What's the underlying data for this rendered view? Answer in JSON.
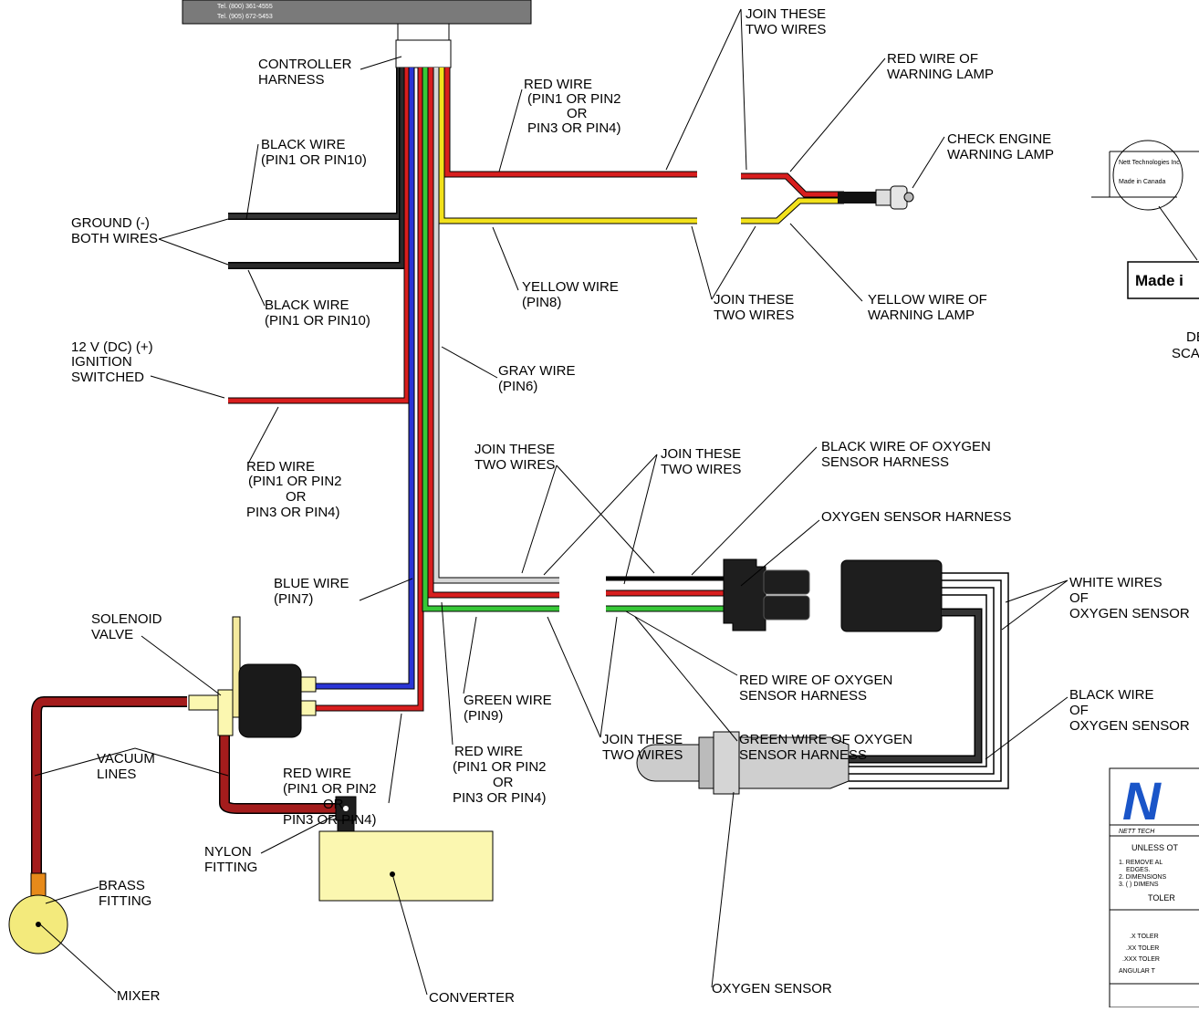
{
  "colors": {
    "red": "#d81e1e",
    "yellow": "#f2e11b",
    "black": "#1c1c1c",
    "blue": "#2b35d6",
    "green": "#37c837",
    "gray": "#bdbdbd",
    "tube": "#a41c1c",
    "pale_yellow": "#fbf7b0",
    "orange": "#e78a1a"
  },
  "controller_box": {
    "phone_1": "Tel. (800) 361-4555",
    "phone_2": "Tel. (905) 672-5453"
  },
  "labels": {
    "controller_harness": [
      "CONTROLLER",
      "HARNESS"
    ],
    "black_wire_top": [
      "BLACK WIRE",
      "(PIN1 OR PIN10)"
    ],
    "ground": [
      "GROUND (-)",
      "BOTH WIRES"
    ],
    "black_wire_bottom": [
      "BLACK WIRE",
      "(PIN1 OR PIN10)"
    ],
    "ignition": [
      "12 V (DC) (+)",
      "IGNITION",
      "SWITCHED"
    ],
    "red_wire_left": [
      "RED WIRE",
      "(PIN1 OR PIN2",
      "OR",
      "PIN3 OR PIN4)"
    ],
    "red_wire_top": [
      "RED WIRE",
      "(PIN1 OR PIN2",
      "OR",
      "PIN3 OR PIN4)"
    ],
    "yellow_wire": [
      "YELLOW WIRE",
      "(PIN8)"
    ],
    "gray_wire": [
      "GRAY WIRE",
      "(PIN6)"
    ],
    "join_top": [
      "JOIN THESE",
      "TWO WIRES"
    ],
    "join_mid_top": [
      "JOIN THESE",
      "TWO WIRES"
    ],
    "red_lamp": [
      "RED WIRE OF",
      "WARNING LAMP"
    ],
    "check_engine": [
      "CHECK ENGINE",
      "WARNING LAMP"
    ],
    "yellow_lamp": [
      "YELLOW WIRE OF",
      "WARNING LAMP"
    ],
    "join_left": [
      "JOIN THESE",
      "TWO WIRES"
    ],
    "join_center": [
      "JOIN THESE",
      "TWO WIRES"
    ],
    "black_o2": [
      "BLACK WIRE OF OXYGEN",
      "SENSOR HARNESS"
    ],
    "o2_harness": [
      "OXYGEN SENSOR HARNESS"
    ],
    "white_wires": [
      "WHITE WIRES",
      "OF",
      "OXYGEN SENSOR"
    ],
    "black_wire_o2": [
      "BLACK WIRE",
      "OF",
      "OXYGEN SENSOR"
    ],
    "blue_wire": [
      "BLUE WIRE",
      "(PIN7)"
    ],
    "solenoid": [
      "SOLENOID",
      "VALVE"
    ],
    "green_wire": [
      "GREEN WIRE",
      "(PIN9)"
    ],
    "red_o2": [
      "RED WIRE OF OXYGEN",
      "SENSOR HARNESS"
    ],
    "green_o2": [
      "GREEN WIRE OF OXYGEN",
      "SENSOR HARNESS"
    ],
    "join_bottom": [
      "JOIN THESE",
      "TWO WIRES"
    ],
    "vacuum": [
      "VACUUM",
      "LINES"
    ],
    "red_wire_bl": [
      "RED WIRE",
      "(PIN1 OR PIN2",
      "OR",
      "PIN3 OR PIN4)"
    ],
    "red_wire_bc": [
      "RED WIRE",
      "(PIN1 OR PIN2",
      "OR",
      "PIN3 OR PIN4)"
    ],
    "brass": [
      "BRASS",
      "FITTING"
    ],
    "nylon": [
      "NYLON",
      "FITTING"
    ],
    "mixer": [
      "MIXER"
    ],
    "converter": [
      "CONVERTER"
    ],
    "o2_sensor": [
      "OXYGEN SENSOR"
    ],
    "detail": [
      "DET",
      "SCAL"
    ]
  },
  "detail_box": {
    "label_line_1": "Nett Technologies Inc.",
    "label_line_2": "Made in Canada",
    "made_in": "Made i"
  },
  "title_block": {
    "logo": "N",
    "company": "NETT TECH",
    "unless": "UNLESS OT",
    "note_1a": "1. REMOVE AL",
    "note_1b": "EDGES.",
    "note_2": "2. DIMENSIONS",
    "note_3": "3. ( ) DIMENS",
    "toler": "TOLER",
    "tol_x": ".X TOLER",
    "tol_xx": ".XX TOLER",
    "tol_xxx": ".XXX TOLER",
    "tol_ang": "ANGULAR T"
  }
}
